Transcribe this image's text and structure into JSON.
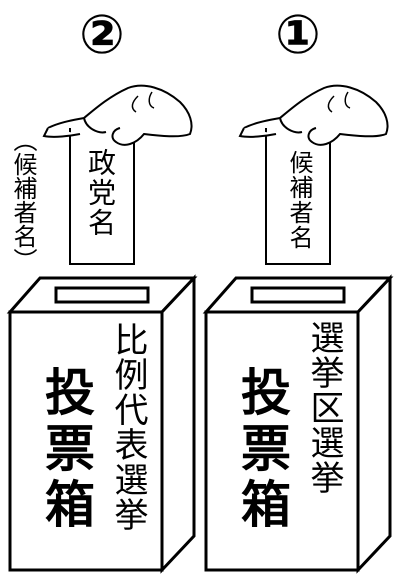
{
  "steps": [
    {
      "number": "②",
      "slip_text": "政党名",
      "alt_text": "（候補者名）",
      "box_type": "比例代表選挙",
      "box_name": "投票箱"
    },
    {
      "number": "①",
      "slip_text": "候補者名",
      "box_type": "選挙区選挙",
      "box_name": "投票箱"
    }
  ],
  "colors": {
    "ink": "#000000",
    "paper": "#ffffff"
  },
  "icons": [
    "hand-icon",
    "ballot-box-icon"
  ]
}
